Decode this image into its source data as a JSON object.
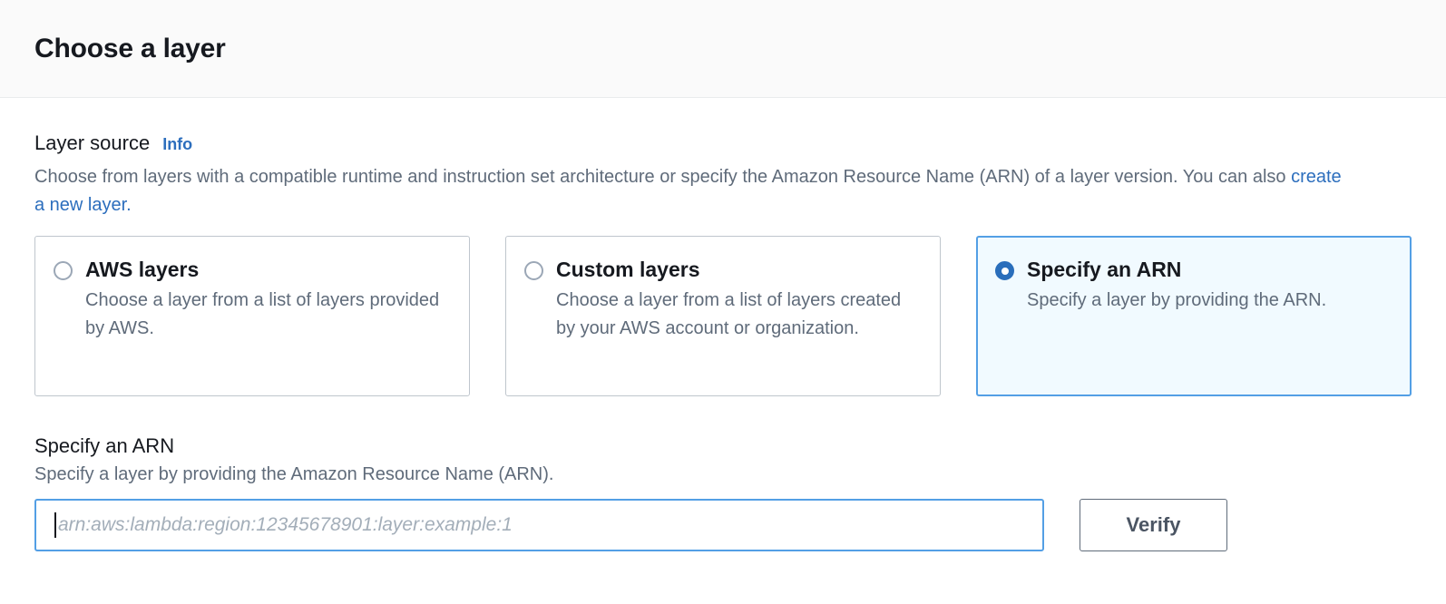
{
  "header": {
    "title": "Choose a layer"
  },
  "layer_source": {
    "label": "Layer source",
    "info_link": "Info",
    "description_part1": "Choose from layers with a compatible runtime and instruction set architecture or specify the Amazon Resource Name (ARN) of a layer version. You can also ",
    "description_link": "create a new layer.",
    "options": [
      {
        "title": "AWS layers",
        "description": "Choose a layer from a list of layers provided by AWS.",
        "selected": false
      },
      {
        "title": "Custom layers",
        "description": "Choose a layer from a list of layers created by your AWS account or organization.",
        "selected": false
      },
      {
        "title": "Specify an ARN",
        "description": "Specify a layer by providing the ARN.",
        "selected": true
      }
    ]
  },
  "arn_section": {
    "title": "Specify an ARN",
    "description": "Specify a layer by providing the Amazon Resource Name (ARN).",
    "input_value": "",
    "input_placeholder": "arn:aws:lambda:region:12345678901:layer:example:1",
    "verify_label": "Verify"
  },
  "colors": {
    "accent_blue": "#2c6ebd",
    "selected_border": "#539fe5",
    "selected_background": "#f1faff",
    "radio_selected": "#2a6ebb",
    "text_primary": "#16191f",
    "text_secondary": "#5f6b7a",
    "header_background": "#fafafa",
    "border_default": "#bfc6cd"
  }
}
